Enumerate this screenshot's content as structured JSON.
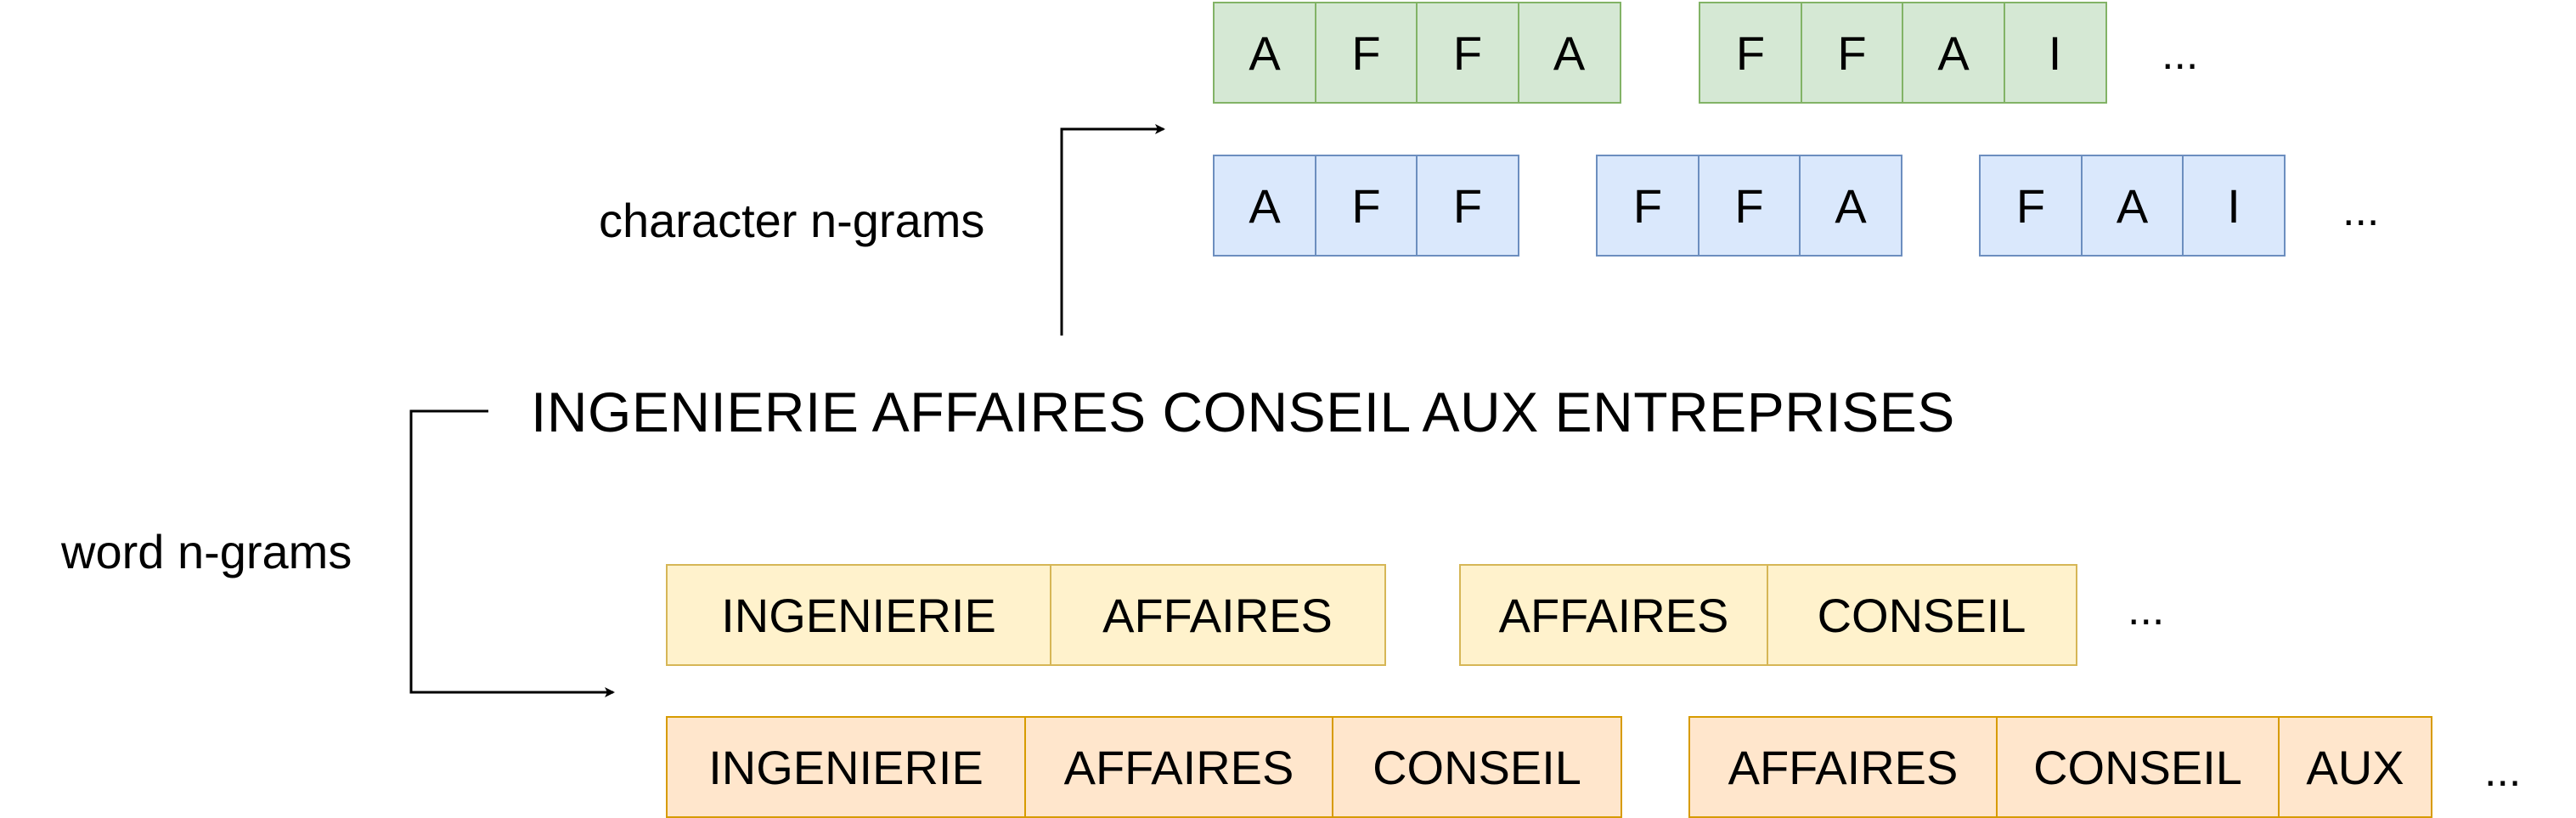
{
  "labels": {
    "character_ngrams": "character n-grams",
    "word_ngrams": "word n-grams"
  },
  "sentence": "INGENIERIE AFFAIRES CONSEIL AUX ENTREPRISES",
  "ellipsis": "...",
  "char_4grams": [
    [
      "A",
      "F",
      "F",
      "A"
    ],
    [
      "F",
      "F",
      "A",
      "I"
    ]
  ],
  "char_3grams": [
    [
      "A",
      "F",
      "F"
    ],
    [
      "F",
      "F",
      "A"
    ],
    [
      "F",
      "A",
      "I"
    ]
  ],
  "word_2grams": [
    [
      "INGENIERIE",
      "AFFAIRES"
    ],
    [
      "AFFAIRES",
      "CONSEIL"
    ]
  ],
  "word_3grams": [
    [
      "INGENIERIE",
      "AFFAIRES",
      "CONSEIL"
    ],
    [
      "AFFAIRES",
      "CONSEIL",
      "AUX"
    ]
  ],
  "colors": {
    "char_4gram_fill": "#d5e8d4",
    "char_4gram_stroke": "#82b366",
    "char_3gram_fill": "#dae8fc",
    "char_3gram_stroke": "#6c8ebf",
    "word_2gram_fill": "#fff2cc",
    "word_2gram_stroke": "#d6b656",
    "word_3gram_fill": "#ffe6cc",
    "word_3gram_stroke": "#d79b00"
  }
}
